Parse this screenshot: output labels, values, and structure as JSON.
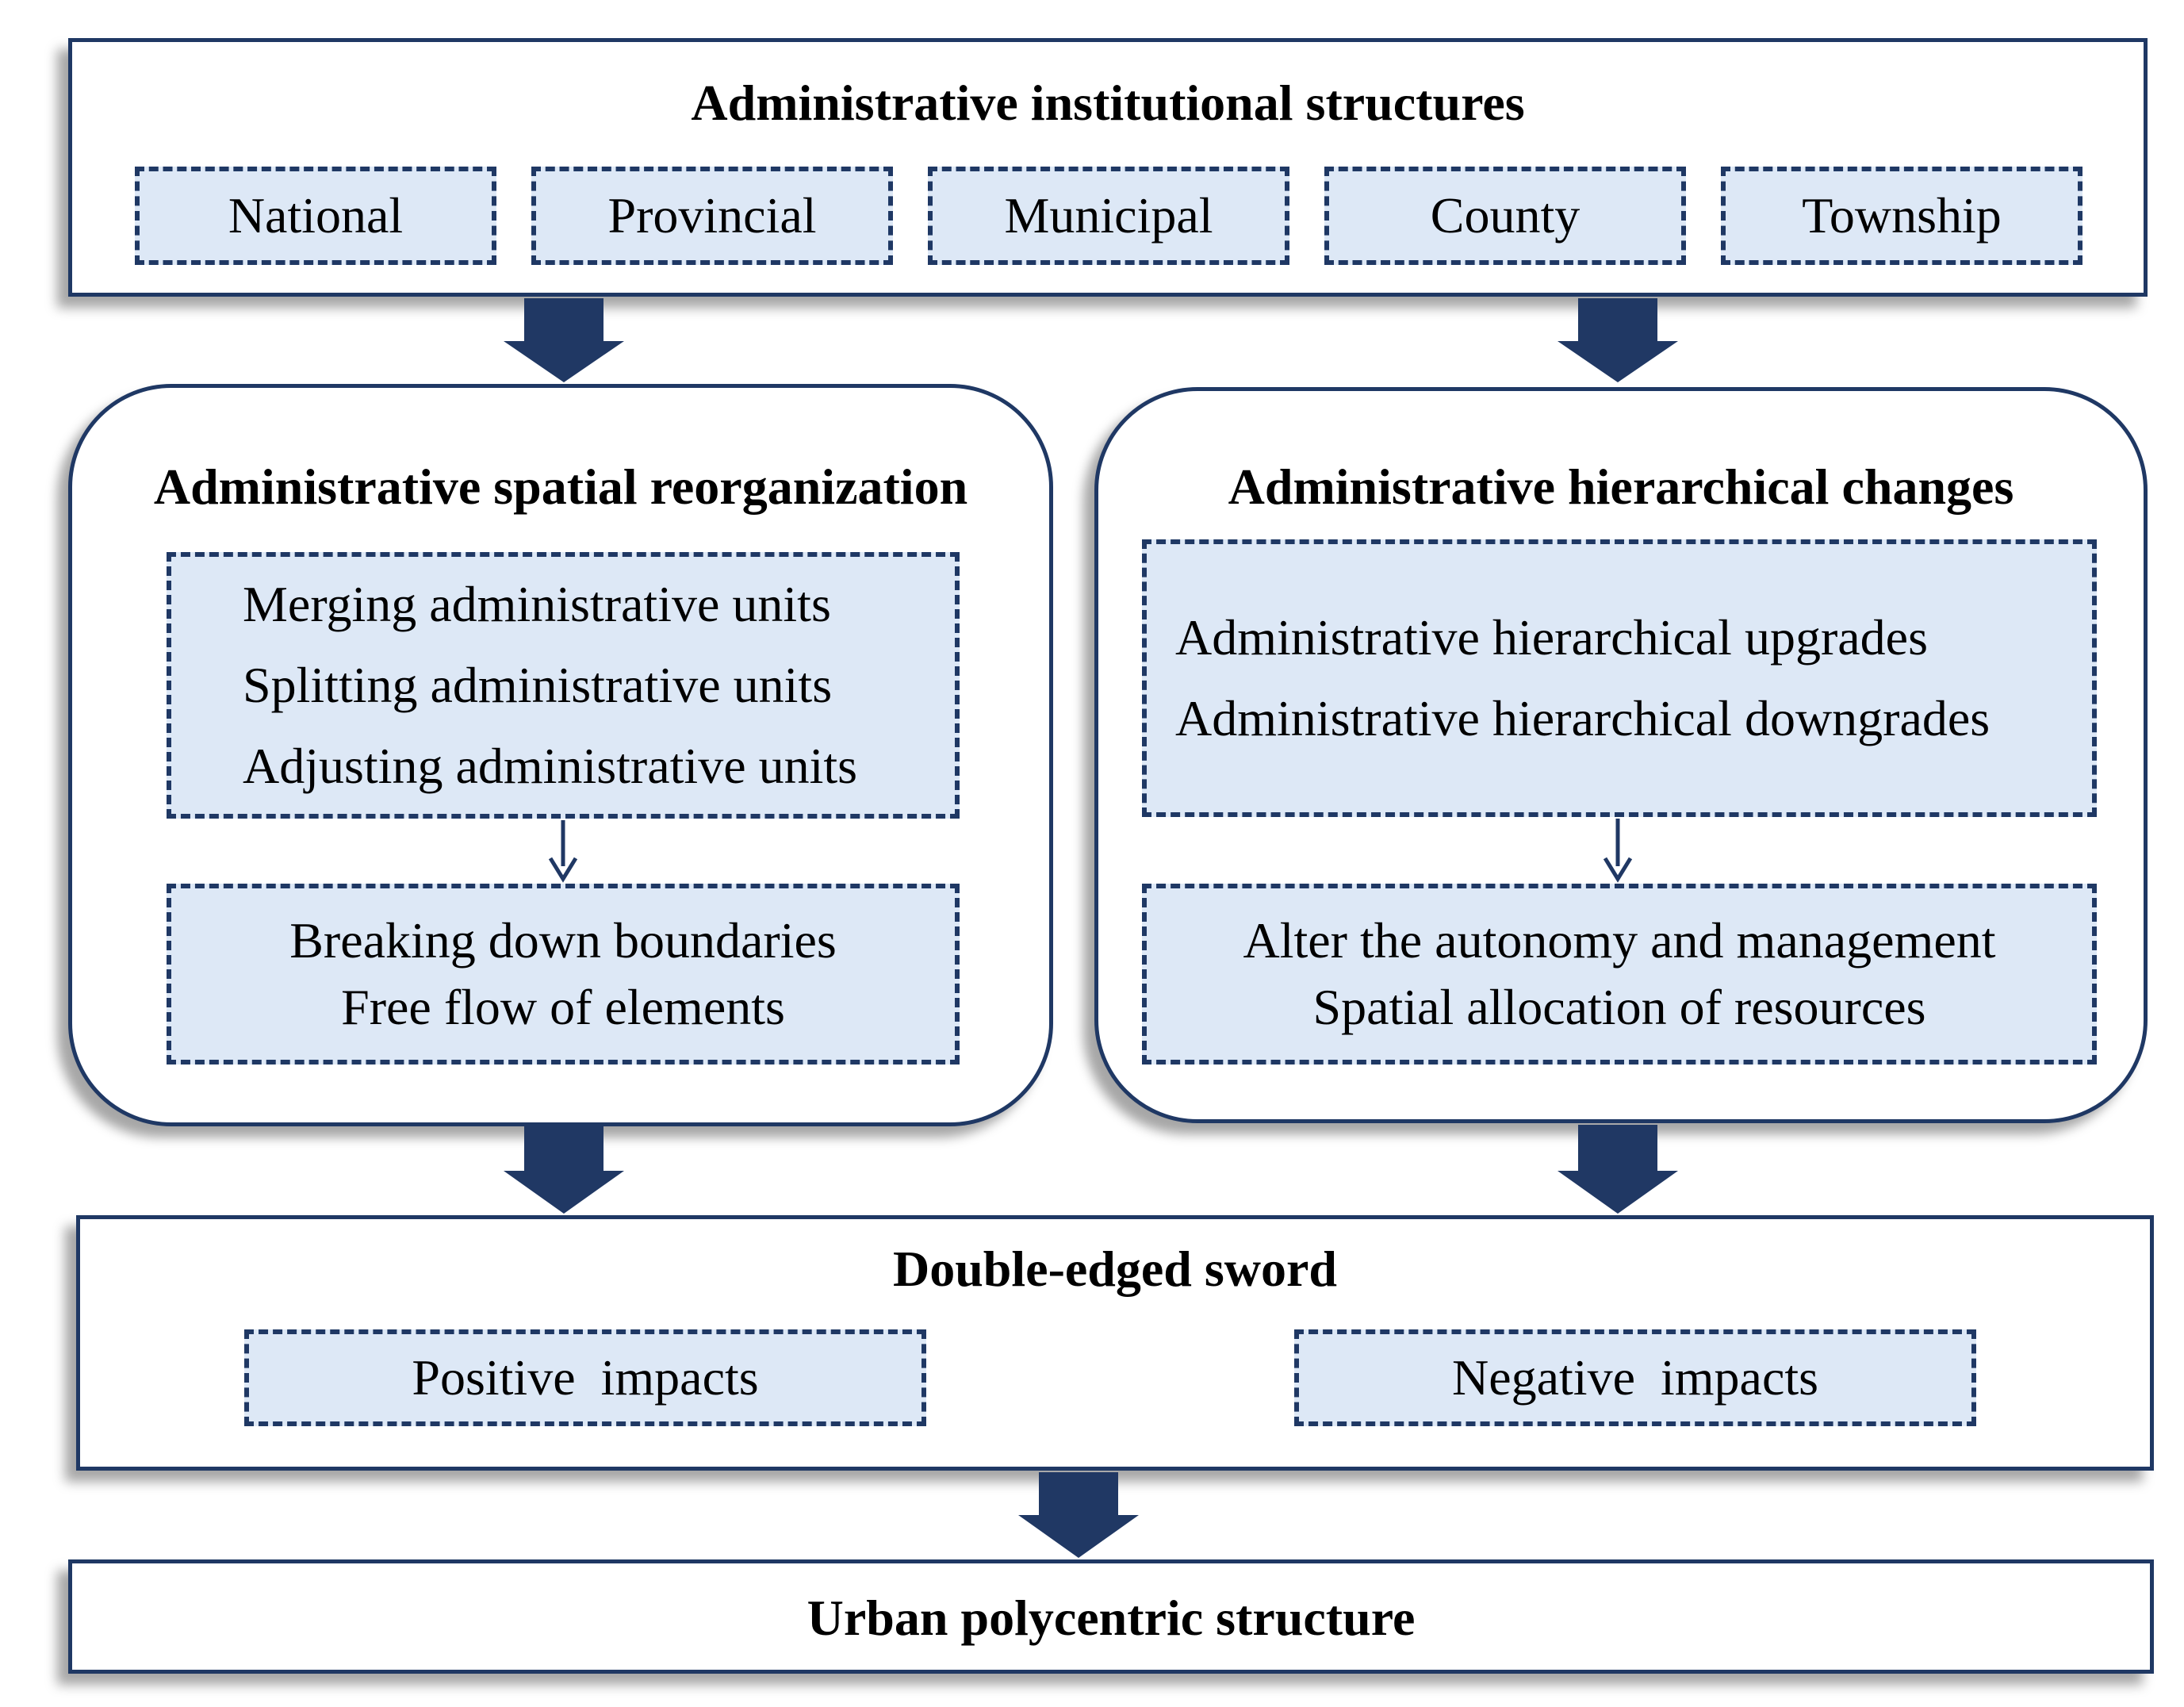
{
  "top": {
    "title": "Administrative institutional structures",
    "levels": [
      "National",
      "Provincial",
      "Municipal",
      "County",
      "Township"
    ]
  },
  "left_panel": {
    "title": "Administrative spatial reorganization",
    "actions": [
      "Merging administrative units",
      "Splitting administrative units",
      "Adjusting administrative units"
    ],
    "effects": [
      "Breaking down boundaries",
      "Free flow of elements"
    ]
  },
  "right_panel": {
    "title": "Administrative hierarchical changes",
    "actions": [
      "Administrative hierarchical upgrades",
      "Administrative hierarchical downgrades"
    ],
    "effects": [
      "Alter the autonomy and management",
      "Spatial allocation of resources"
    ]
  },
  "sword": {
    "title": "Double-edged sword",
    "positive": "Positive  impacts",
    "negative": "Negative  impacts"
  },
  "bottom": {
    "title": "Urban polycentric structure"
  },
  "colors": {
    "border": "#1f3864",
    "fill": "#dde8f6",
    "arrow": "#203864"
  }
}
